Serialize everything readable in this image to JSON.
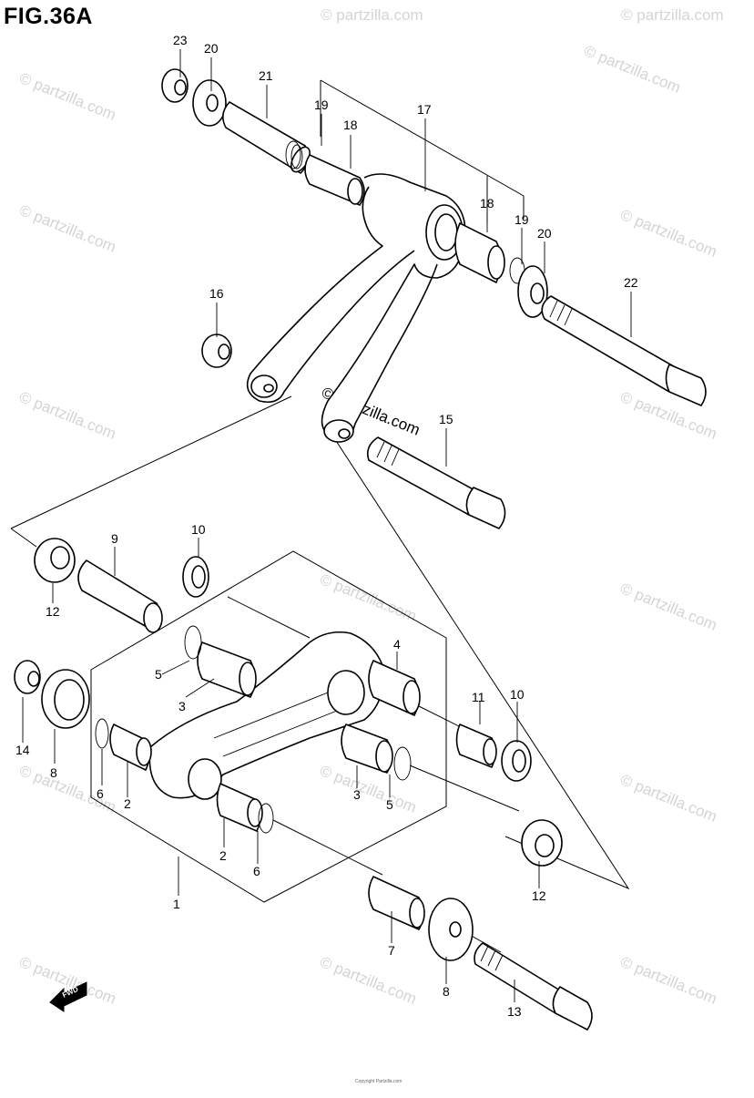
{
  "figure": {
    "title": "FIG.36A"
  },
  "watermark": {
    "text": "© partzilla.com",
    "center_text": "© Partzilla.com"
  },
  "callouts": [
    {
      "id": "23",
      "text": "23"
    },
    {
      "id": "20a",
      "text": "20"
    },
    {
      "id": "21",
      "text": "21"
    },
    {
      "id": "19a",
      "text": "19"
    },
    {
      "id": "18a",
      "text": "18"
    },
    {
      "id": "17",
      "text": "17"
    },
    {
      "id": "18b",
      "text": "18"
    },
    {
      "id": "19b",
      "text": "19"
    },
    {
      "id": "20b",
      "text": "20"
    },
    {
      "id": "22",
      "text": "22"
    },
    {
      "id": "16",
      "text": "16"
    },
    {
      "id": "15",
      "text": "15"
    },
    {
      "id": "9",
      "text": "9"
    },
    {
      "id": "10a",
      "text": "10"
    },
    {
      "id": "12a",
      "text": "12"
    },
    {
      "id": "4",
      "text": "4"
    },
    {
      "id": "5a",
      "text": "5"
    },
    {
      "id": "3a",
      "text": "3"
    },
    {
      "id": "14",
      "text": "14"
    },
    {
      "id": "8a",
      "text": "8"
    },
    {
      "id": "6a",
      "text": "6"
    },
    {
      "id": "2a",
      "text": "2"
    },
    {
      "id": "3b",
      "text": "3"
    },
    {
      "id": "5b",
      "text": "5"
    },
    {
      "id": "2b",
      "text": "2"
    },
    {
      "id": "6b",
      "text": "6"
    },
    {
      "id": "11",
      "text": "11"
    },
    {
      "id": "10b",
      "text": "10"
    },
    {
      "id": "12b",
      "text": "12"
    },
    {
      "id": "1",
      "text": "1"
    },
    {
      "id": "7",
      "text": "7"
    },
    {
      "id": "8b",
      "text": "8"
    },
    {
      "id": "13",
      "text": "13"
    }
  ],
  "fwd_label": "FWD",
  "copyright": "Copyright Partzilla.com"
}
